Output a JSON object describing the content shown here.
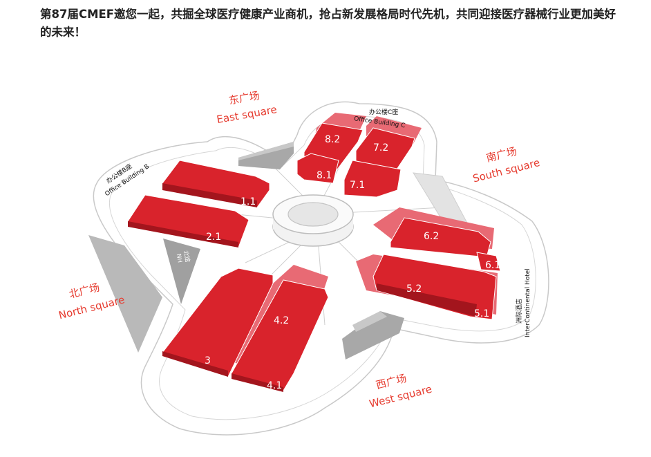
{
  "headline": "第87届CMEF邀您一起，共掘全球医疗健康产业商机，抢占新发展格局时代先机，共同迎接医疗器械行业更加美好的未来！",
  "colors": {
    "hall": "#d9232c",
    "hall_light": "#e86a74",
    "zone_text": "#e63c30",
    "annex_gray": "#a8a8a8",
    "outline": "#c8c8c8"
  },
  "zones": {
    "east": {
      "cn": "东广场",
      "en": "East square"
    },
    "south": {
      "cn": "南广场",
      "en": "South square"
    },
    "north": {
      "cn": "北广场",
      "en": "North square"
    },
    "west": {
      "cn": "西广场",
      "en": "West square"
    }
  },
  "buildings": {
    "office_b": {
      "cn": "办公楼B座",
      "en": "Office Building B"
    },
    "office_c": {
      "cn": "办公楼C座",
      "en": "Office Building C"
    },
    "hotel": {
      "cn": "洲际酒店",
      "en": "InterContinental Hotel"
    },
    "north_hall": {
      "cn": "北馆",
      "en": "NH"
    }
  },
  "halls": {
    "h11": "1.1",
    "h21": "2.1",
    "h3": "3",
    "h41": "4.1",
    "h42": "4.2",
    "h51": "5.1",
    "h52": "5.2",
    "h61": "6.1",
    "h62": "6.2",
    "h71": "7.1",
    "h72": "7.2",
    "h81": "8.1",
    "h82": "8.2"
  }
}
